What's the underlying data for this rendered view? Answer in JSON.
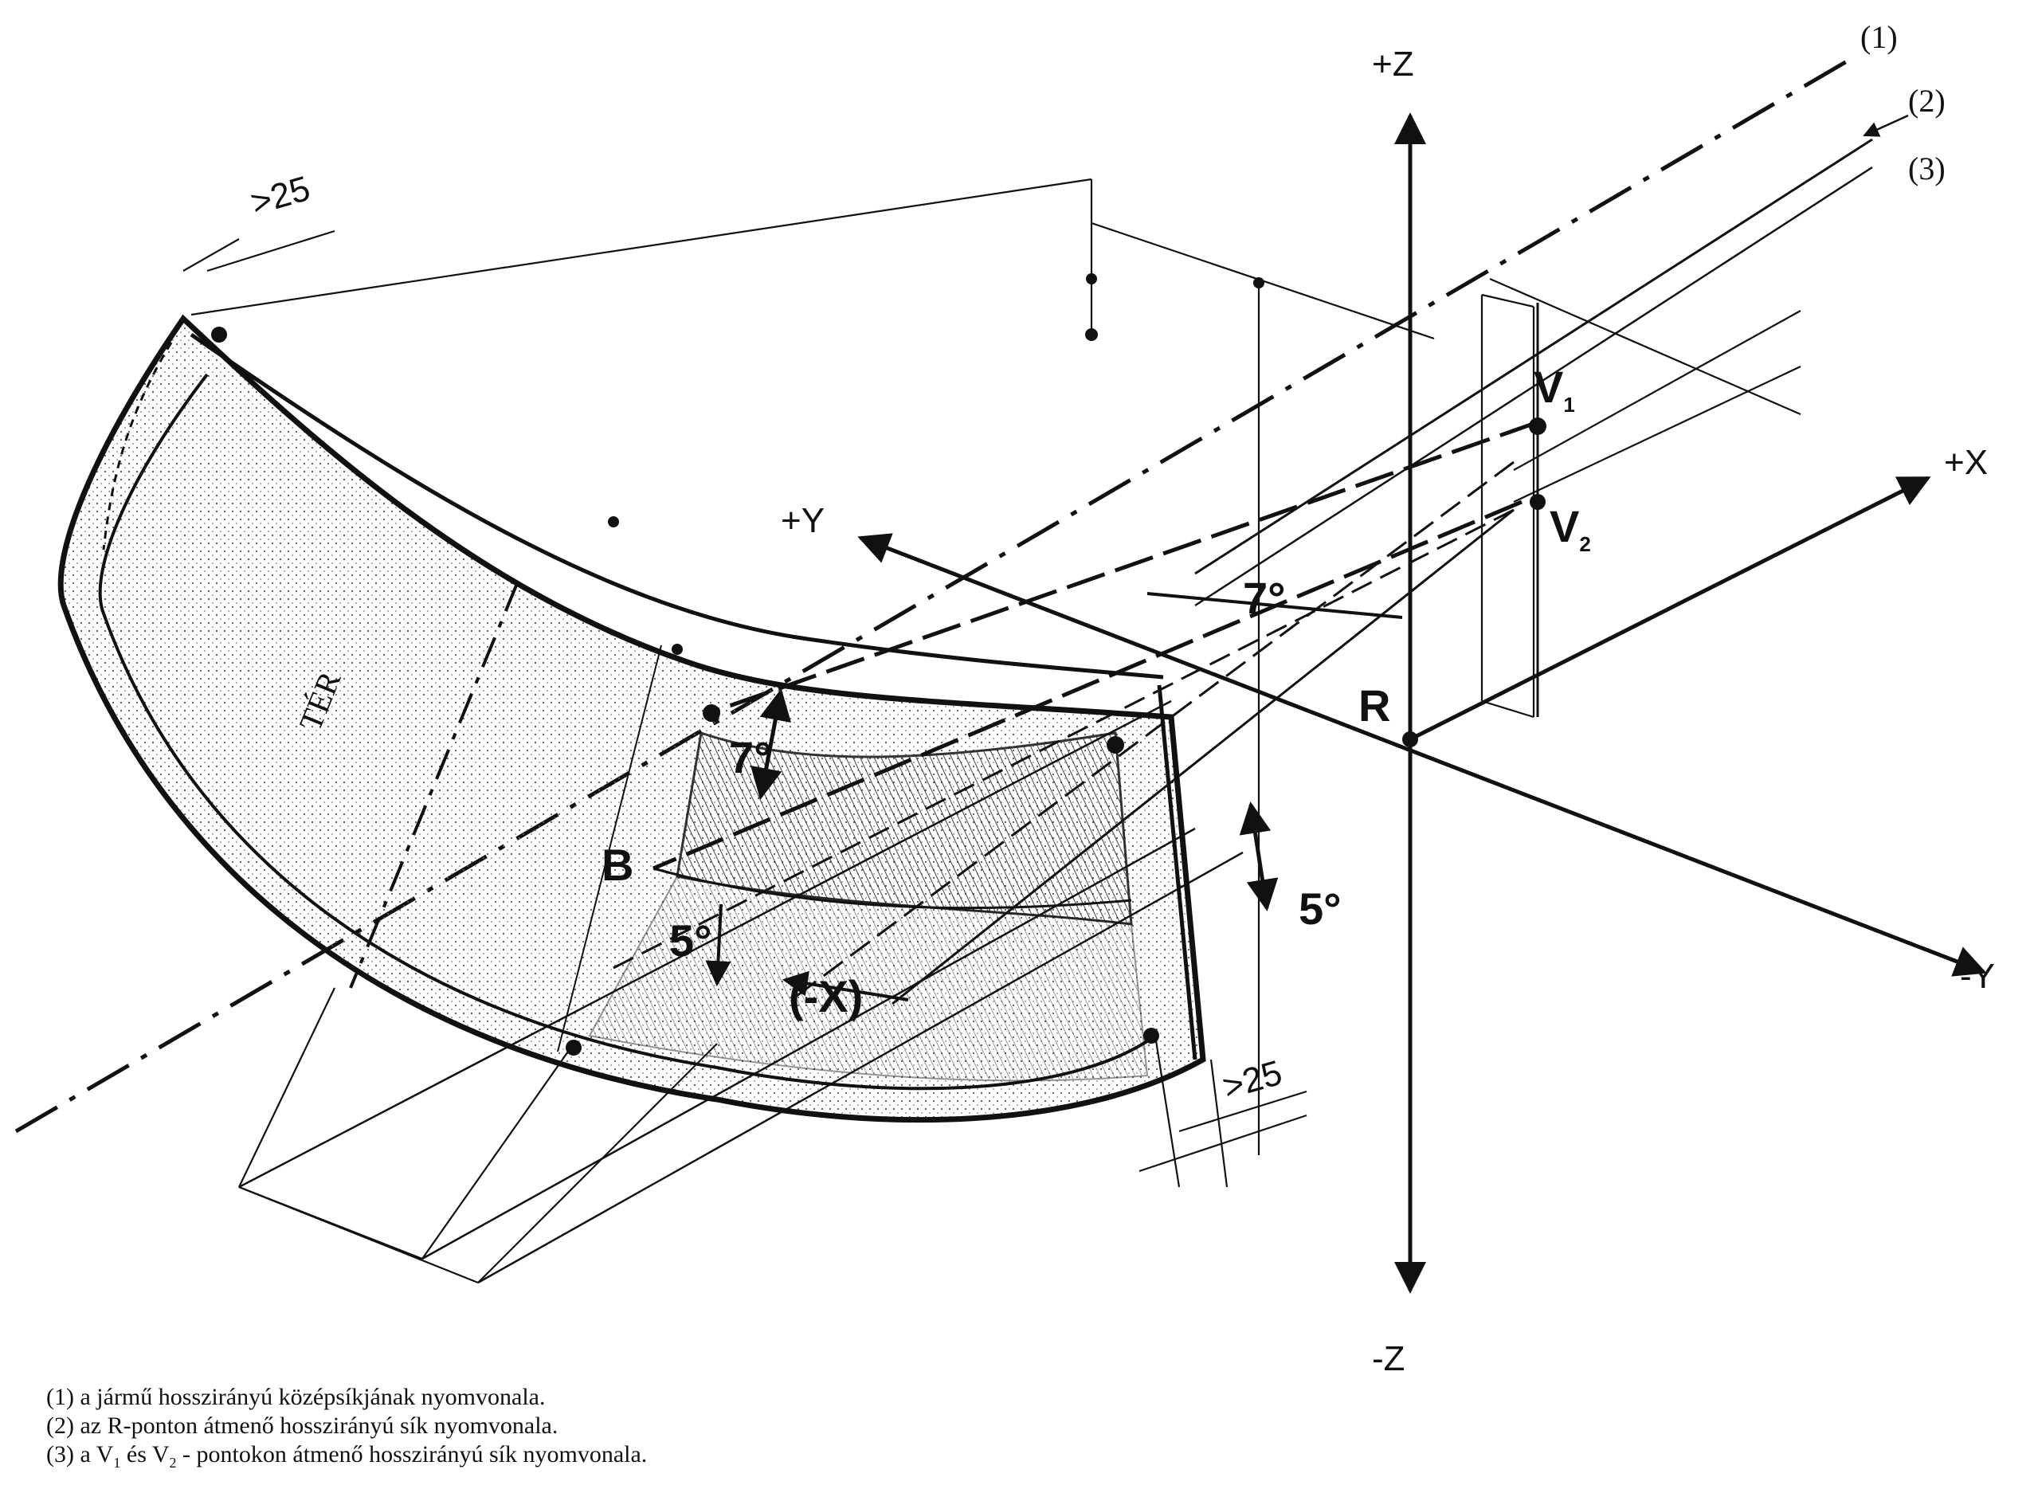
{
  "labels": {
    "plus_z": "+Z",
    "minus_z": "-Z",
    "plus_x": "+X",
    "minus_y": "-Y",
    "plus_y": "+Y",
    "minus_x_paren": "(-X)",
    "point_r": "R",
    "point_b": "B",
    "v1_base": "V",
    "v1_sub": "1",
    "v2_base": "V",
    "v2_sub": "2",
    "dim_top": ">25",
    "dim_bottom": ">25",
    "angle_7_left": "7°",
    "angle_7_right": "7°",
    "angle_5_left": "5°",
    "angle_5_right": "5°",
    "area_label": "TÉR",
    "trace_1": "(1)",
    "trace_2": "(2)",
    "trace_3": "(3)"
  },
  "legend": {
    "line1": "(1) a jármű hosszirányú középsíkjának nyomvonala.",
    "line2": "(2) az R-ponton  átmenő hosszirányú sík nyomvonala.",
    "line3_a": "(3) a V",
    "line3_sub1": "1",
    "line3_b": " és V",
    "line3_sub2": "2",
    "line3_c": " - pontokon átmenő hosszirányú sík nyomvonala."
  }
}
